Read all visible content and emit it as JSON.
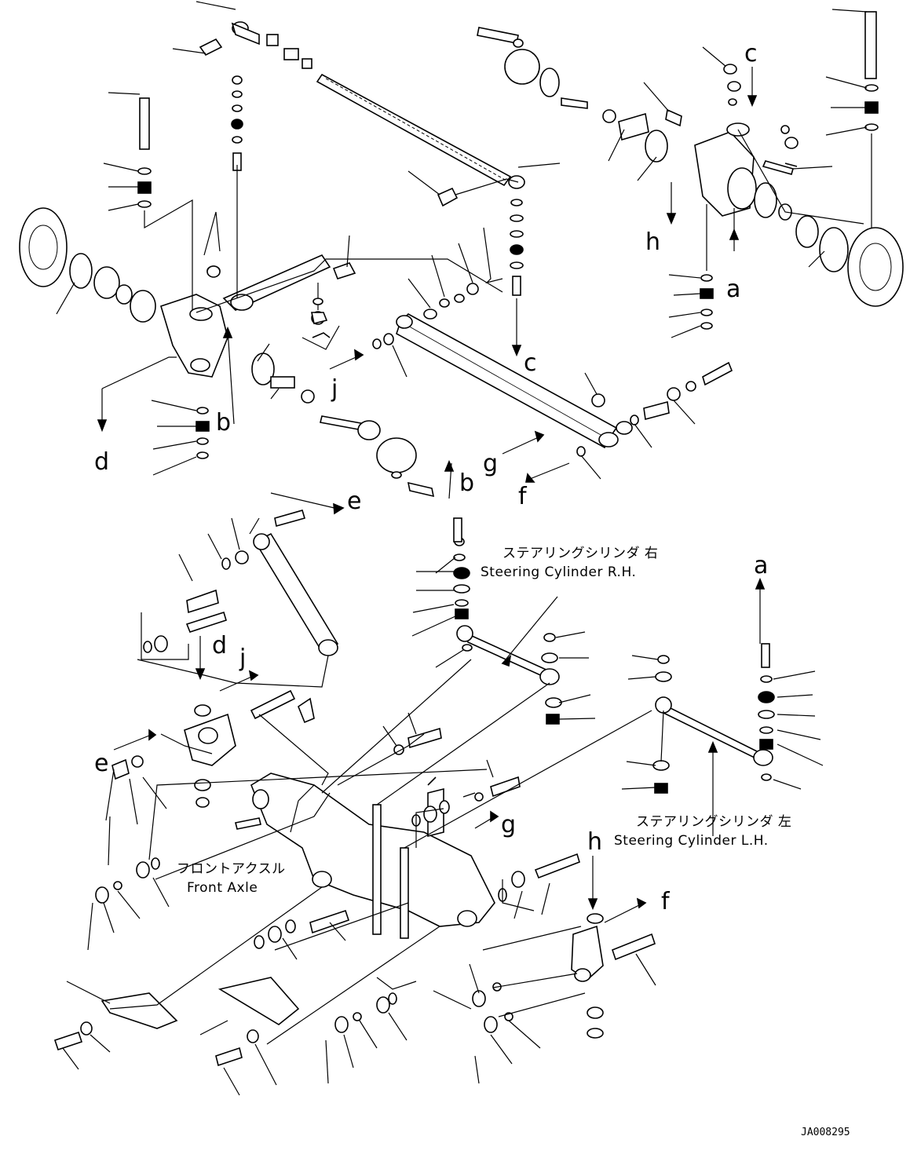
{
  "drawing": {
    "document_id": "JA008295"
  },
  "captions": {
    "steering_rh_jp": "ステアリングシリンダ 右",
    "steering_rh_en": "Steering Cylinder R.H.",
    "steering_lh_jp": "ステアリングシリンダ 左",
    "steering_lh_en": "Steering Cylinder L.H.",
    "front_axle_jp": "フロントアクスル",
    "front_axle_en": "Front Axle"
  },
  "refs": {
    "a": "a",
    "b": "b",
    "c": "c",
    "d": "d",
    "e": "e",
    "f": "f",
    "g": "g",
    "h": "h",
    "j": "j"
  }
}
